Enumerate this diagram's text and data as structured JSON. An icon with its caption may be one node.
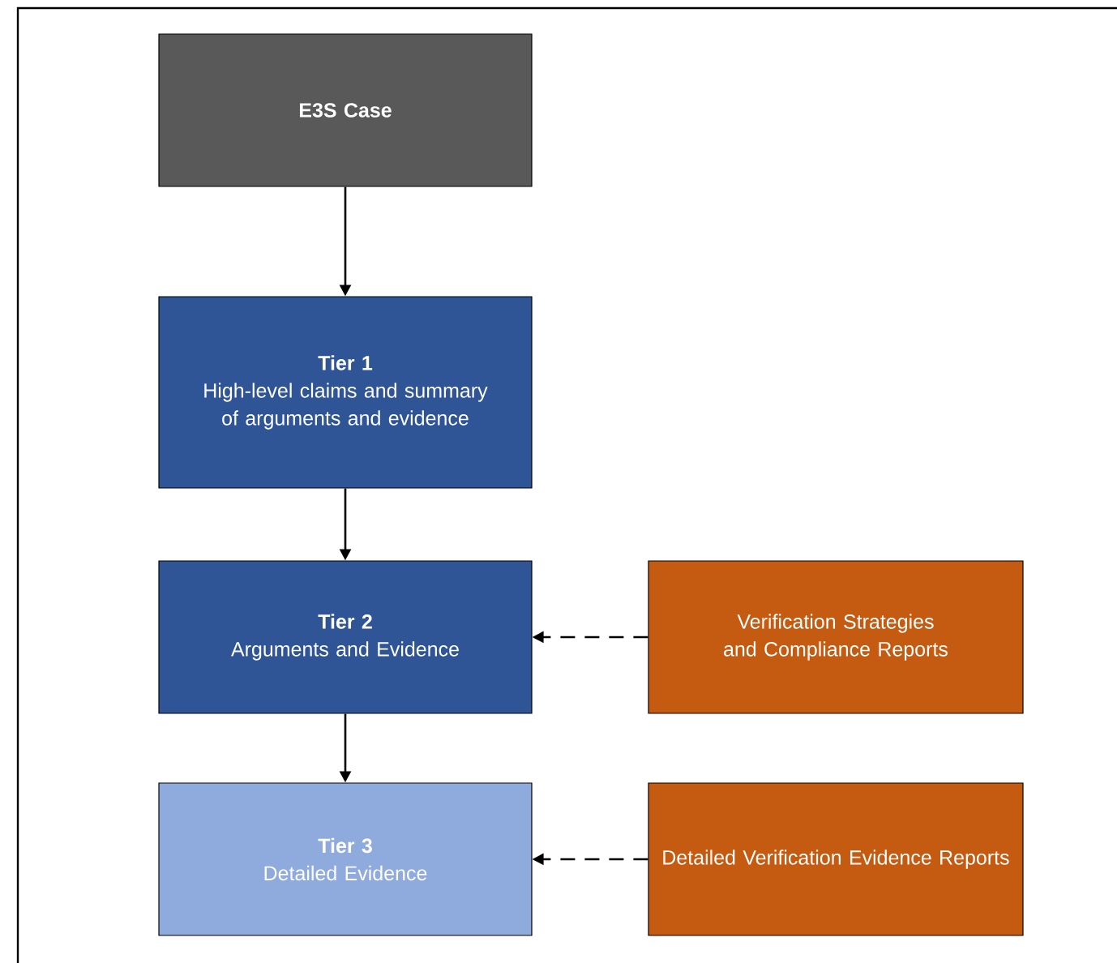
{
  "diagram": {
    "nodes": [
      {
        "text": [
          "E3S Case"
        ]
      },
      {
        "text": [
          "Tier 1",
          "High-level claims and summary of arguments and evidence"
        ]
      },
      {
        "text": [
          "Tier 2",
          "Arguments and Evidence"
        ]
      },
      {
        "text": [
          "Verification Strategies and Compliance Reports"
        ]
      },
      {
        "text": [
          "Tier 3",
          "Detailed Evidence"
        ]
      },
      {
        "text": [
          "Detailed Verification Evidence Reports"
        ]
      }
    ],
    "edges": [
      {
        "from": 0,
        "to": 1,
        "arrow": "to"
      },
      {
        "from": 1,
        "to": 2,
        "arrow": "to"
      },
      {
        "from": 3,
        "to": 2,
        "arrow": "to",
        "style": "dashed"
      },
      {
        "from": 2,
        "to": 4,
        "arrow": "to"
      },
      {
        "from": 5,
        "to": 4,
        "arrow": "to",
        "style": "dashed"
      }
    ]
  }
}
